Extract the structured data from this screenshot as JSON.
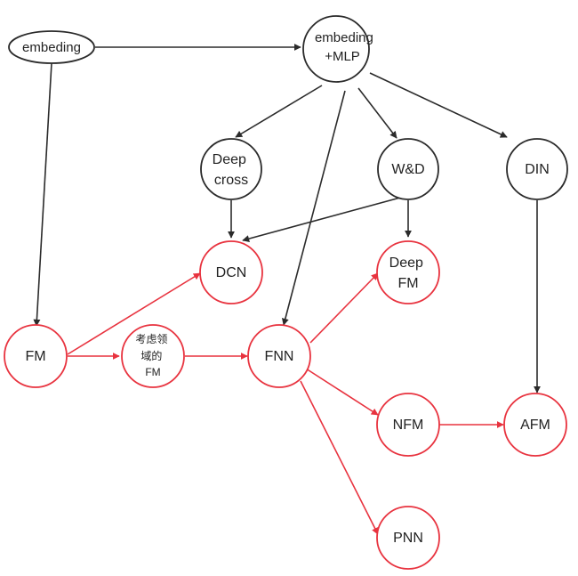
{
  "colors": {
    "dark": "#2b2b2b",
    "red": "#e8333f",
    "background": "#ffffff"
  },
  "nodes": {
    "embeding": {
      "lines": [
        "embeding"
      ]
    },
    "embeding_mlp": {
      "lines": [
        "embeding",
        "+MLP"
      ]
    },
    "deep_cross": {
      "lines": [
        "Deep",
        "cross"
      ]
    },
    "wd": {
      "lines": [
        "W&D"
      ]
    },
    "din": {
      "lines": [
        "DIN"
      ]
    },
    "dcn": {
      "lines": [
        "DCN"
      ]
    },
    "deep_fm": {
      "lines": [
        "Deep",
        "FM"
      ]
    },
    "fm": {
      "lines": [
        "FM"
      ]
    },
    "field_aware_fm": {
      "lines": [
        "考虑领",
        "域的",
        "FM"
      ]
    },
    "fnn": {
      "lines": [
        "FNN"
      ]
    },
    "nfm": {
      "lines": [
        "NFM"
      ]
    },
    "afm": {
      "lines": [
        "AFM"
      ]
    },
    "pnn": {
      "lines": [
        "PNN"
      ]
    }
  }
}
